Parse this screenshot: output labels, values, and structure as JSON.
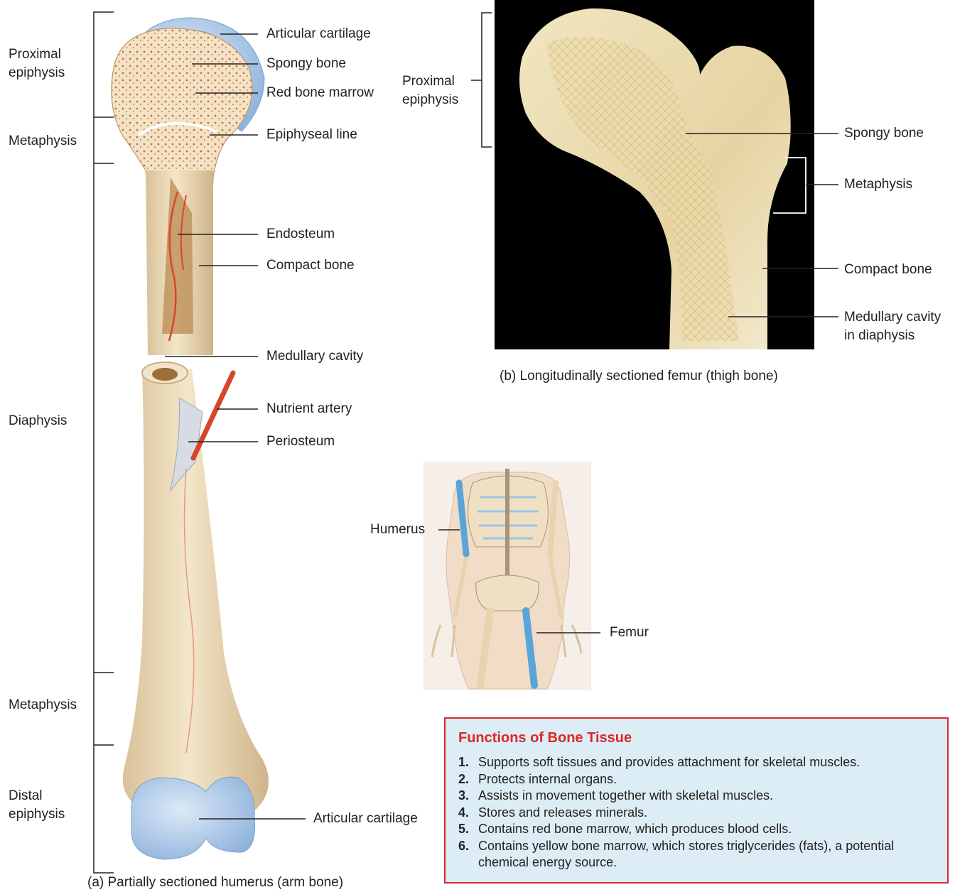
{
  "humerus": {
    "left_labels": {
      "proximal_epiphysis": "Proximal\nepiphysis",
      "metaphysis_top": "Metaphysis",
      "diaphysis": "Diaphysis",
      "metaphysis_bottom": "Metaphysis",
      "distal_epiphysis": "Distal\nepiphysis"
    },
    "right_labels": {
      "articular_cartilage_top": "Articular cartilage",
      "spongy_bone": "Spongy  bone",
      "red_bone_marrow": "Red bone marrow",
      "epiphyseal_line": "Epiphyseal line",
      "endosteum": "Endosteum",
      "compact_bone": "Compact bone",
      "medullary_cavity": "Medullary cavity",
      "nutrient_artery": "Nutrient artery",
      "periosteum": "Periosteum",
      "articular_cartilage_bottom": "Articular cartilage"
    },
    "caption": "(a) Partially sectioned humerus (arm bone)"
  },
  "femur": {
    "labels": {
      "proximal_epiphysis": "Proximal\nepiphysis",
      "spongy_bone": "Spongy bone",
      "metaphysis": "Metaphysis",
      "compact_bone": "Compact bone",
      "medullary_cavity": "Medullary cavity\nin diaphysis"
    },
    "caption": "(b) Longitudinally sectioned femur (thigh bone)"
  },
  "skeleton": {
    "humerus_label": "Humerus",
    "femur_label": "Femur"
  },
  "functions": {
    "title": "Functions of Bone Tissue",
    "items": [
      {
        "num": "1.",
        "text": "Supports soft tissues and provides attachment for skeletal muscles."
      },
      {
        "num": "2.",
        "text": "Protects internal organs."
      },
      {
        "num": "3.",
        "text": "Assists in movement together with skeletal muscles."
      },
      {
        "num": "4.",
        "text": "Stores and releases minerals."
      },
      {
        "num": "5.",
        "text": "Contains red bone marrow, which produces blood cells."
      },
      {
        "num": "6.",
        "text": "Contains yellow bone marrow, which stores triglycerides (fats), a potential chemical energy source."
      }
    ]
  },
  "colors": {
    "bone": "#ecdcb8",
    "cartilage": "#a9c8ea",
    "marrow_dots": "#c8553a",
    "artery": "#d8452b",
    "photo_bg": "#000000",
    "highlight_blue": "#5aa5d8",
    "box_border": "#d9282a",
    "box_fill": "#dcedf5"
  }
}
